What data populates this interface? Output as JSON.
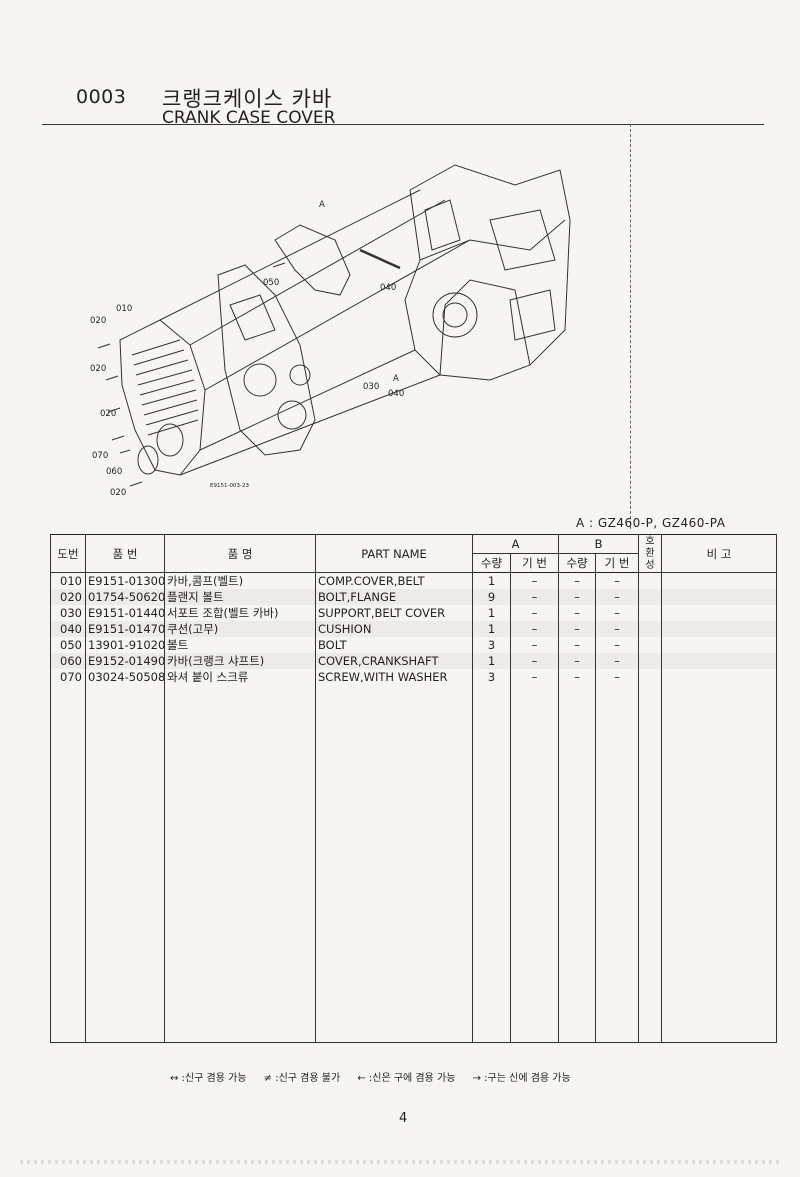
{
  "header": {
    "code": "0003",
    "title_ko": "크랭크케이스 카바",
    "title_en": "CRANK CASE COVER"
  },
  "diagram": {
    "drawing_no": "E9151-003-23",
    "callouts": [
      "A",
      "010",
      "020",
      "020",
      "020",
      "020",
      "070",
      "060",
      "050",
      "040",
      "030",
      "A",
      "040"
    ]
  },
  "models_note": "A : GZ460-P,  GZ460-PA",
  "table": {
    "headers": {
      "no": "도번",
      "part_no": "품   번",
      "name_ko": "품          명",
      "part_name": "PART  NAME",
      "group_a": "A",
      "group_b": "B",
      "compat": "호\n환\n성",
      "remarks": "비    고",
      "qty": "수량",
      "base": "기 번"
    },
    "rows": [
      {
        "no": "010",
        "part_no": "E9151-01300",
        "name_ko": "카바,콤프(벨트)",
        "part_name": "COMP.COVER,BELT",
        "a_qty": "1",
        "a_base": "–",
        "b_qty": "–",
        "b_base": "–",
        "shade": false
      },
      {
        "no": "020",
        "part_no": "01754-50620",
        "name_ko": "플랜지 볼트",
        "part_name": "BOLT,FLANGE",
        "a_qty": "9",
        "a_base": "–",
        "b_qty": "–",
        "b_base": "–",
        "shade": true
      },
      {
        "no": "030",
        "part_no": "E9151-01440",
        "name_ko": "서포트 조합(벨트 카바)",
        "part_name": "SUPPORT,BELT COVER",
        "a_qty": "1",
        "a_base": "–",
        "b_qty": "–",
        "b_base": "–",
        "shade": false
      },
      {
        "no": "040",
        "part_no": "E9151-01470",
        "name_ko": "쿠션(고무)",
        "part_name": "CUSHION",
        "a_qty": "1",
        "a_base": "–",
        "b_qty": "–",
        "b_base": "–",
        "shade": true
      },
      {
        "no": "050",
        "part_no": "13901-91020",
        "name_ko": "볼트",
        "part_name": "BOLT",
        "a_qty": "3",
        "a_base": "–",
        "b_qty": "–",
        "b_base": "–",
        "shade": false
      },
      {
        "no": "060",
        "part_no": "E9152-01490",
        "name_ko": "카바(크랭크 샤프트)",
        "part_name": "COVER,CRANKSHAFT",
        "a_qty": "1",
        "a_base": "–",
        "b_qty": "–",
        "b_base": "–",
        "shade": true
      },
      {
        "no": "070",
        "part_no": "03024-50508",
        "name_ko": "와셔 붙이 스크류",
        "part_name": "SCREW,WITH WASHER",
        "a_qty": "3",
        "a_base": "–",
        "b_qty": "–",
        "b_base": "–",
        "shade": false
      }
    ]
  },
  "legend": [
    "↔ :신구 겸용 가능",
    "≠ :신구 겸용 불가",
    "← :신은 구에 겸용 가능",
    "→ :구는 신에 겸용 가능"
  ],
  "page_number": "4"
}
